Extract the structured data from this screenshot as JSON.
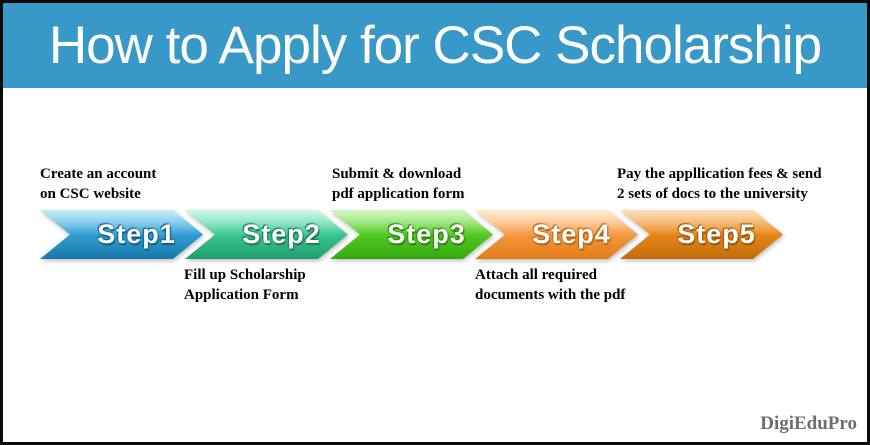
{
  "header": {
    "title": "How to Apply for CSC Scholarship",
    "bg_color": "#3898C8",
    "text_color": "#FFFFFF"
  },
  "steps": [
    {
      "label": "Step1",
      "note": "Create an account\non CSC website",
      "note_position": "above",
      "colors": {
        "light": "#7FD4F0",
        "main": "#35A4D6",
        "dark": "#1878AA",
        "text_shadow": "#115E86"
      }
    },
    {
      "label": "Step2",
      "note": "Fill up Scholarship\nApplication Form",
      "note_position": "below",
      "colors": {
        "light": "#8FF0C8",
        "main": "#3ECB95",
        "dark": "#1F9E6F",
        "text_shadow": "#157A54"
      }
    },
    {
      "label": "Step3",
      "note": "Submit & download\npdf application form",
      "note_position": "above",
      "colors": {
        "light": "#A5EE7B",
        "main": "#55CF26",
        "dark": "#36A80F",
        "text_shadow": "#2A820B"
      }
    },
    {
      "label": "Step4",
      "note": "Attach all required\ndocuments with the pdf",
      "note_position": "below",
      "colors": {
        "light": "#FFD4A0",
        "main": "#F89C49",
        "dark": "#E07C15",
        "text_shadow": "#B26310"
      }
    },
    {
      "label": "Step5",
      "note": "Pay the appllication fees & send\n2 sets of docs to the university",
      "note_position": "above",
      "colors": {
        "light": "#F8B868",
        "main": "#EB8A1E",
        "dark": "#C26C0A",
        "text_shadow": "#9A5507"
      }
    }
  ],
  "footer": {
    "brand": "DigiEduPro",
    "brand_color": "#6E6E6E"
  }
}
